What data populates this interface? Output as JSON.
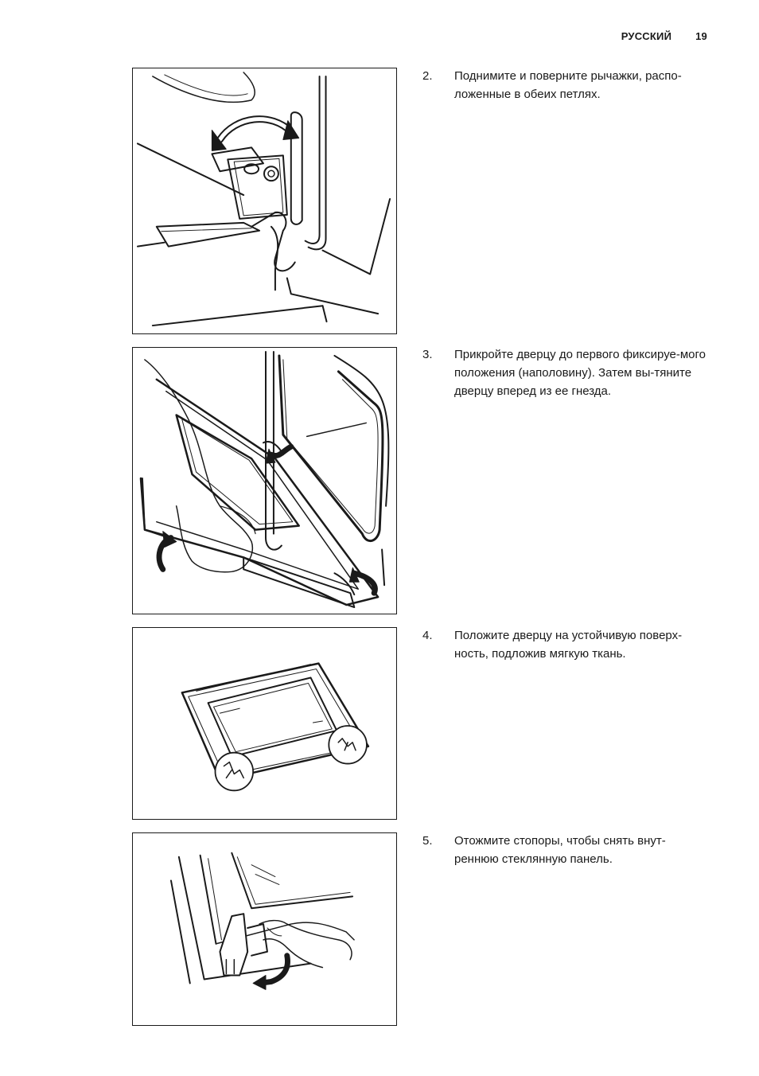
{
  "header": {
    "language": "РУССКИЙ",
    "page_number": "19"
  },
  "steps": [
    {
      "number": "2.",
      "text": "Поднимите и поверните рычажки, распо-ложенные в обеих петлях."
    },
    {
      "number": "3.",
      "text": "Прикройте дверцу до первого фиксируе-мого положения (наполовину). Затем вы-тяните дверцу вперед из ее гнезда."
    },
    {
      "number": "4.",
      "text": "Положите дверцу на устойчивую поверх-ность, подложив мягкую ткань."
    },
    {
      "number": "5.",
      "text": "Отожмите стопоры, чтобы снять внут-реннюю стеклянную панель."
    }
  ],
  "colors": {
    "ink": "#1a1a1a",
    "paper": "#ffffff"
  }
}
